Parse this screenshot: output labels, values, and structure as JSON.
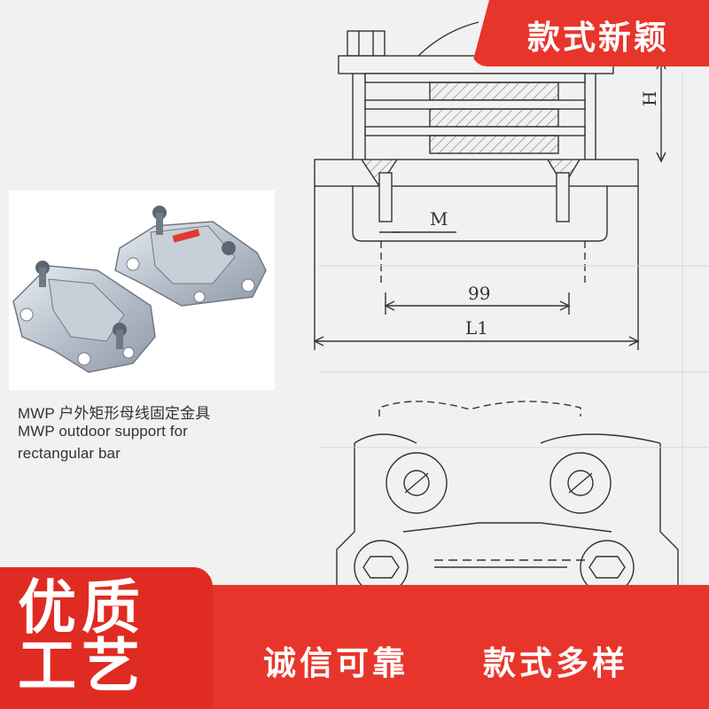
{
  "product": {
    "caption_cn": "MWP 户外矩形母线固定金具",
    "caption_en_line1": "MWP outdoor support for",
    "caption_en_line2": "rectangular bar"
  },
  "drawing": {
    "dim_h": "H",
    "dim_m": "M",
    "dim_99": "99",
    "dim_l1": "L1"
  },
  "banner": {
    "top_right": "款式新颖"
  },
  "footer": {
    "left_line1": "优质",
    "left_line2": "工艺",
    "slogan1": "诚信可靠",
    "slogan2": "款式多样"
  },
  "colors": {
    "accent_red": "#e8352b",
    "background": "#f1f1f1"
  }
}
